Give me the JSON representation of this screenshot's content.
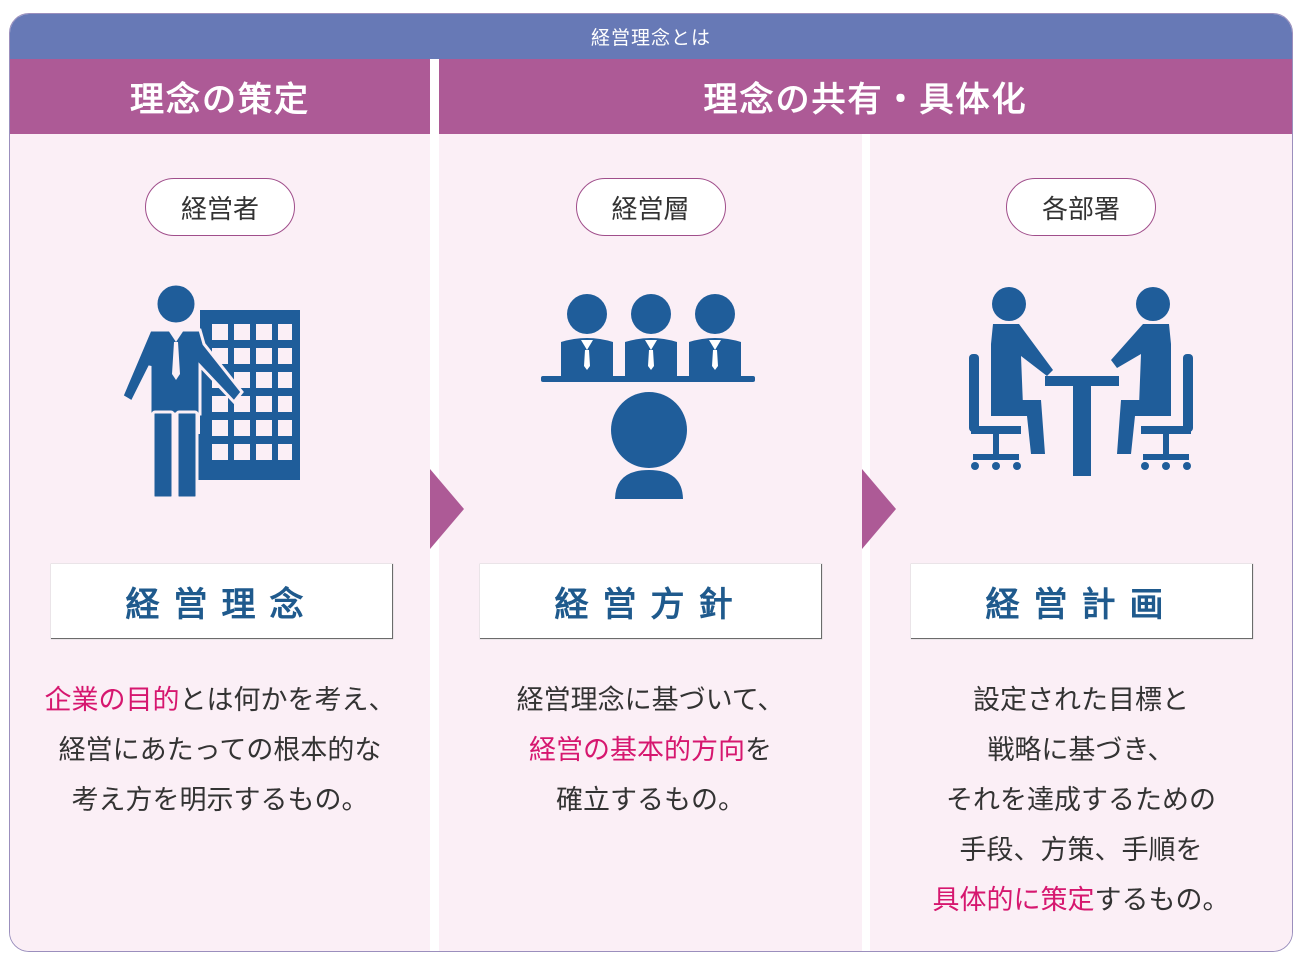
{
  "header": {
    "title": "経営理念とは"
  },
  "phases": [
    {
      "label": "理念の策定"
    },
    {
      "label": "理念の共有・具体化"
    }
  ],
  "columns": [
    {
      "role": "経営者",
      "icon": "executive-with-building-icon",
      "title": "経営理念",
      "description": [
        [
          {
            "text": "企業の目的",
            "highlight": true
          },
          {
            "text": "とは何かを考え、",
            "highlight": false
          }
        ],
        [
          {
            "text": "経営にあたっての根本的な",
            "highlight": false
          }
        ],
        [
          {
            "text": "考え方を明示するもの。",
            "highlight": false
          }
        ]
      ]
    },
    {
      "role": "経営層",
      "icon": "management-team-meeting-icon",
      "title": "経営方針",
      "description": [
        [
          {
            "text": "経営理念に基づいて、",
            "highlight": false
          }
        ],
        [
          {
            "text": "経営の基本的方向",
            "highlight": true
          },
          {
            "text": "を",
            "highlight": false
          }
        ],
        [
          {
            "text": "確立するもの。",
            "highlight": false
          }
        ]
      ]
    },
    {
      "role": "各部署",
      "icon": "department-discussion-icon",
      "title": "経営計画",
      "description": [
        [
          {
            "text": "設定された目標と",
            "highlight": false
          }
        ],
        [
          {
            "text": "戦略に基づき、",
            "highlight": false
          }
        ],
        [
          {
            "text": "それを達成するための",
            "highlight": false
          }
        ],
        [
          {
            "text": "手段、方策、手順を",
            "highlight": false
          }
        ],
        [
          {
            "text": "具体的に策定",
            "highlight": true
          },
          {
            "text": "するもの。",
            "highlight": false
          }
        ]
      ]
    }
  ],
  "colors": {
    "header_bar": "#6779b6",
    "phase_bar": "#ad5a96",
    "column_bg": "#fbeff6",
    "title_text": "#1f5a8d",
    "highlight_text": "#d6176f",
    "icon": "#1f5d9a",
    "arrow": "#ad5a96"
  }
}
